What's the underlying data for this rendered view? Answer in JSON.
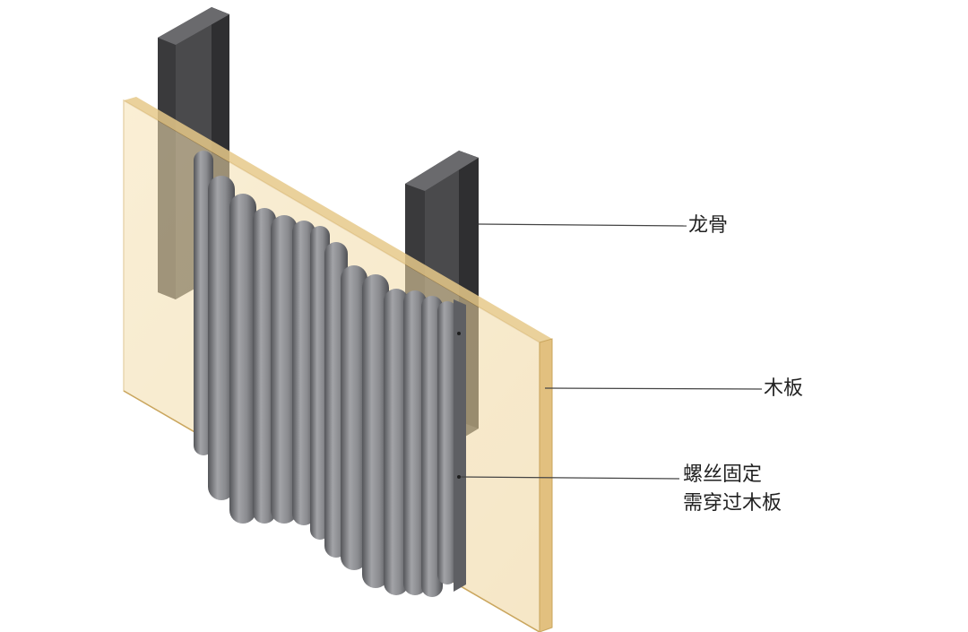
{
  "labels": {
    "keel": "龙骨",
    "board": "木板",
    "screw_line1": "螺丝固定",
    "screw_line2": "需穿过木板"
  },
  "colors": {
    "wood_face": "#f3dca7",
    "wood_edge": "#e2c07f",
    "steel": "#4a4a4c",
    "steel_dark": "#2c2c2e",
    "panel_tube": "#7c7d80",
    "panel_shadow": "#5a5b5e",
    "leader_line": "#444444"
  }
}
